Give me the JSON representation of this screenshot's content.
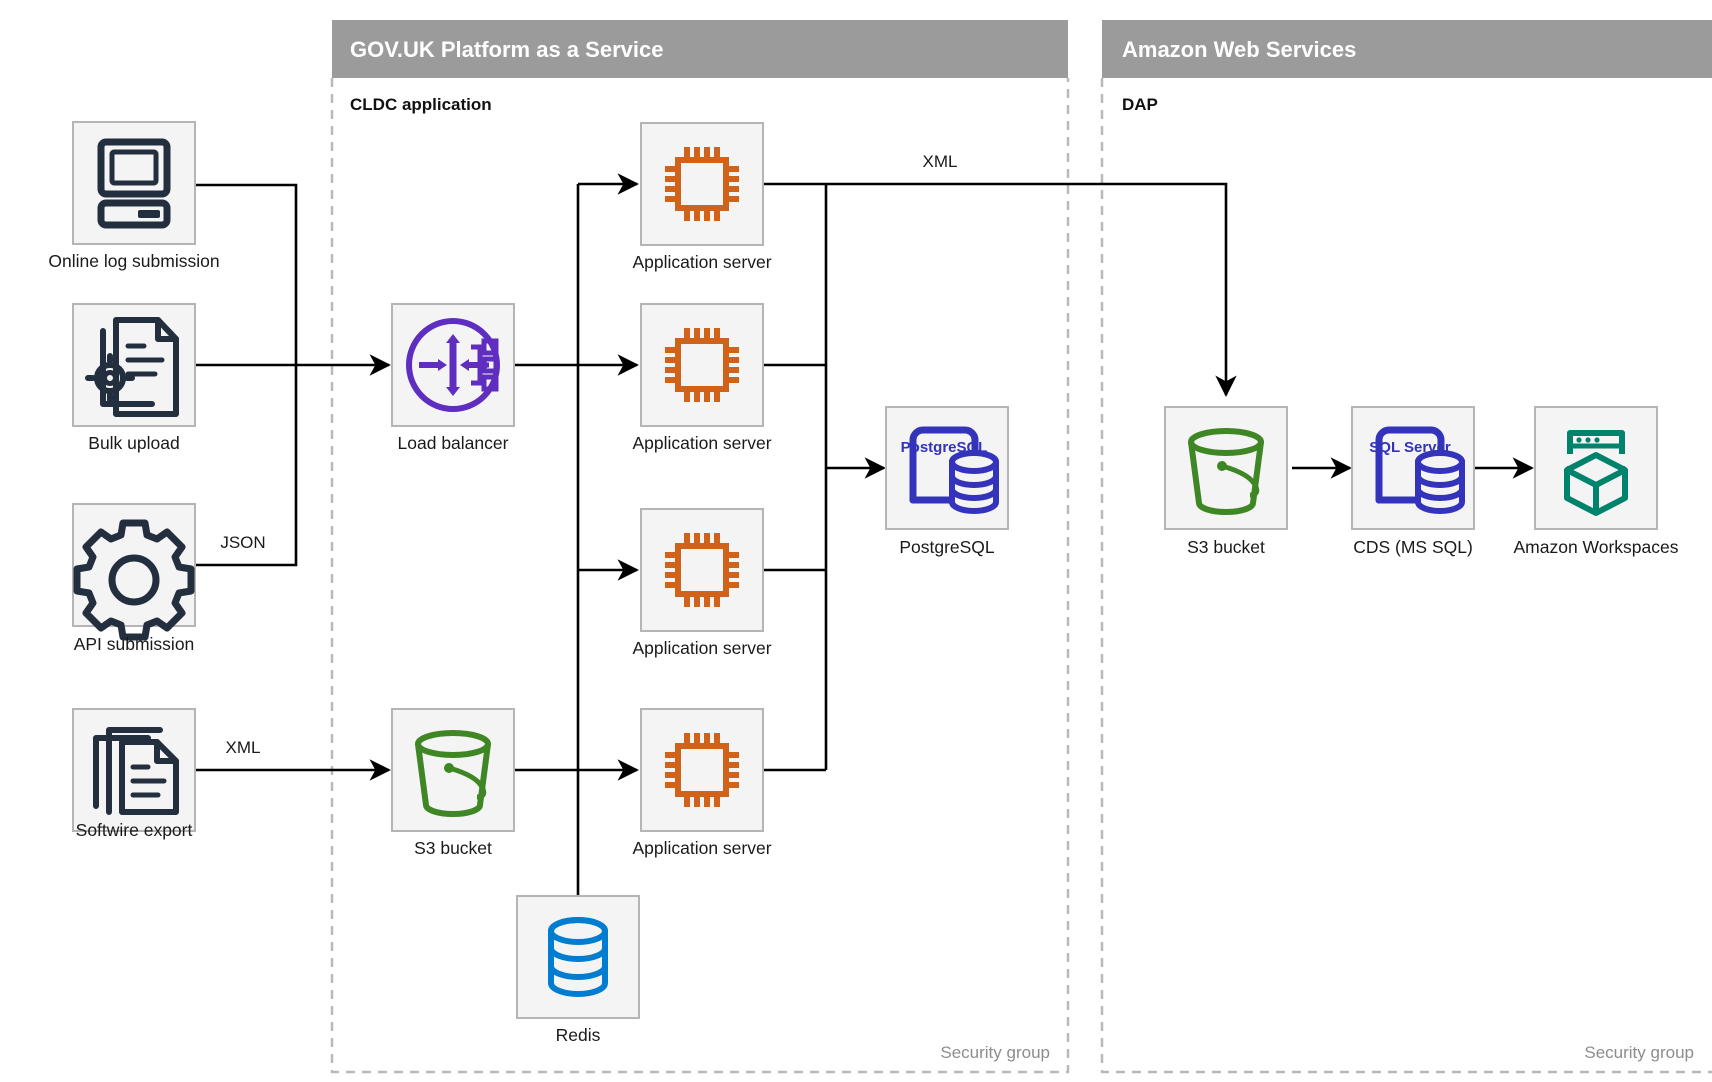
{
  "zones": [
    {
      "id": "paas",
      "title": "GOV.UK Platform as a Service",
      "subtitle": "CLDC application",
      "security_group_label": "Security group"
    },
    {
      "id": "aws",
      "title": "Amazon Web Services",
      "subtitle": "DAP",
      "security_group_label": "Security group"
    }
  ],
  "nodes": {
    "online_log_submission": {
      "label": "Online log submission",
      "icon": "desktop-computer-icon",
      "color": "#232f3e"
    },
    "bulk_upload": {
      "label": "Bulk upload",
      "icon": "document-gear-icon",
      "color": "#232f3e"
    },
    "api_submission": {
      "label": "API submission",
      "icon": "gear-icon",
      "color": "#232f3e"
    },
    "softwire_export": {
      "label": "Softwire export",
      "icon": "document-stack-icon",
      "color": "#232f3e"
    },
    "load_balancer": {
      "label": "Load balancer",
      "icon": "load-balancer-icon",
      "color": "#5f2ec0"
    },
    "app_server_1": {
      "label": "Application server",
      "icon": "cpu-chip-icon",
      "color": "#d1621a"
    },
    "app_server_2": {
      "label": "Application server",
      "icon": "cpu-chip-icon",
      "color": "#d1621a"
    },
    "app_server_3": {
      "label": "Application server",
      "icon": "cpu-chip-icon",
      "color": "#d1621a"
    },
    "app_server_4": {
      "label": "Application server",
      "icon": "cpu-chip-icon",
      "color": "#d1621a"
    },
    "postgresql": {
      "label": "PostgreSQL",
      "icon": "postgresql-icon",
      "icon_text": "PostgreSQL",
      "color": "#3333bb"
    },
    "s3_bucket_paas": {
      "label": "S3 bucket",
      "icon": "s3-bucket-icon",
      "color": "#3f8624"
    },
    "redis": {
      "label": "Redis",
      "icon": "database-cylinder-icon",
      "color": "#007dd1"
    },
    "s3_bucket_aws": {
      "label": "S3 bucket",
      "icon": "s3-bucket-icon",
      "color": "#3f8624"
    },
    "cds_ms_sql": {
      "label": "CDS (MS SQL)",
      "icon": "sql-server-icon",
      "icon_text": "SQL Server",
      "color": "#3333bb"
    },
    "amazon_workspaces": {
      "label": "Amazon Workspaces",
      "icon": "workspaces-cube-icon",
      "color": "#00836c"
    }
  },
  "edge_labels": {
    "api_json": "JSON",
    "softwire_xml": "XML",
    "app_to_s3_xml": "XML"
  },
  "colors": {
    "zone_band": "#9b9b9b",
    "node_fill": "#f4f4f4",
    "node_stroke": "#b5b5b5",
    "wire": "#000000",
    "dashed_border": "#b9b9b9",
    "icon_dark": "#232f3e",
    "icon_purple": "#5f2ec0",
    "icon_orange": "#d1621a",
    "icon_blue_db": "#007dd1",
    "icon_green": "#3f8624",
    "icon_teal": "#00836c",
    "icon_indigo": "#3333bb"
  }
}
